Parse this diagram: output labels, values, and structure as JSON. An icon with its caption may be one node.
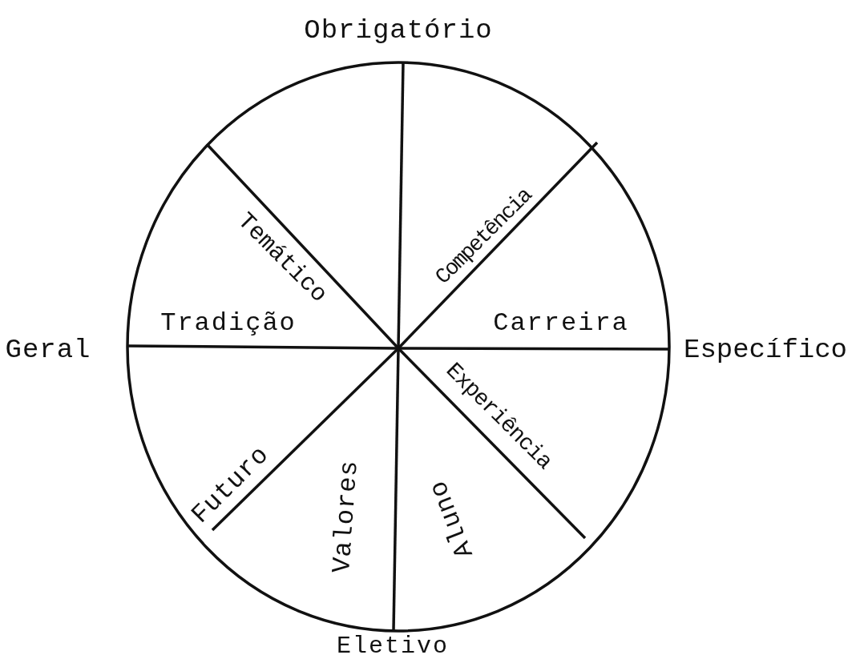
{
  "diagram": {
    "labels": [
      "Obrigatório",
      "Temático",
      "Competência",
      "Geral",
      "Tradição",
      "Carreira",
      "Específico",
      "Futuro",
      "Experiência",
      "Valores",
      "Aluno",
      "Eletivo"
    ]
  }
}
